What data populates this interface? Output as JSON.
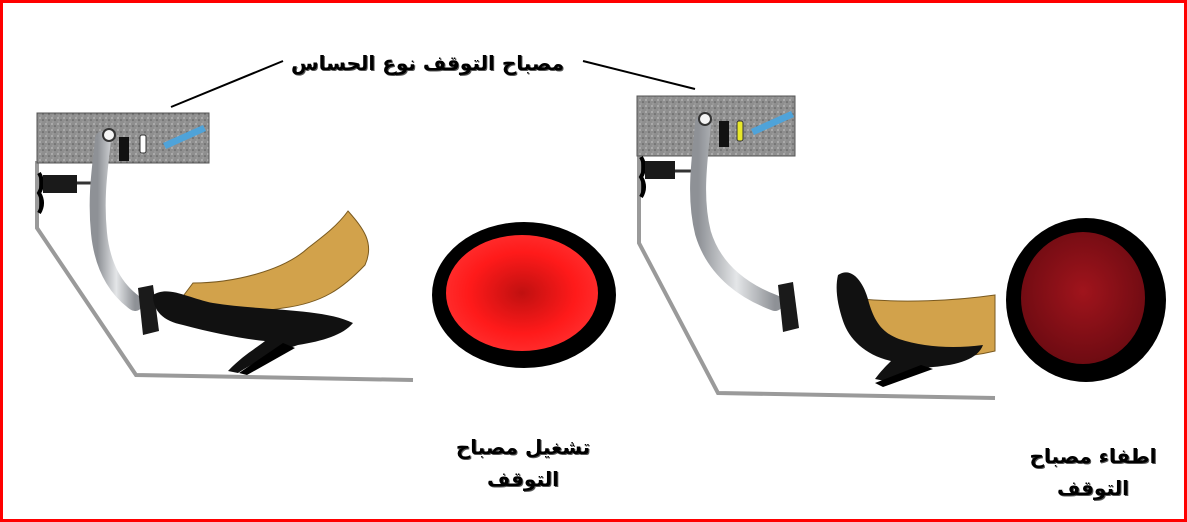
{
  "diagram": {
    "title": "مصباح التوقف نوع الحساس",
    "left_panel": {
      "caption_line1": "تشغيل مصباح",
      "caption_line2": "التوقف",
      "lamp_state": "on",
      "lamp_color": "#ff1a1a"
    },
    "right_panel": {
      "caption_line1": "اطفاء مصباح",
      "caption_line2": "التوقف",
      "lamp_state": "off",
      "lamp_color": "#8a0f14"
    },
    "colors": {
      "frame": "#ff0000",
      "foot": "#d2a24b",
      "shoe": "#111111",
      "pedal_arm": "#b9bcc0",
      "sensor_blue": "#4fa3d9",
      "switch_on": "#ffffff",
      "switch_off": "#e8e82a"
    }
  }
}
